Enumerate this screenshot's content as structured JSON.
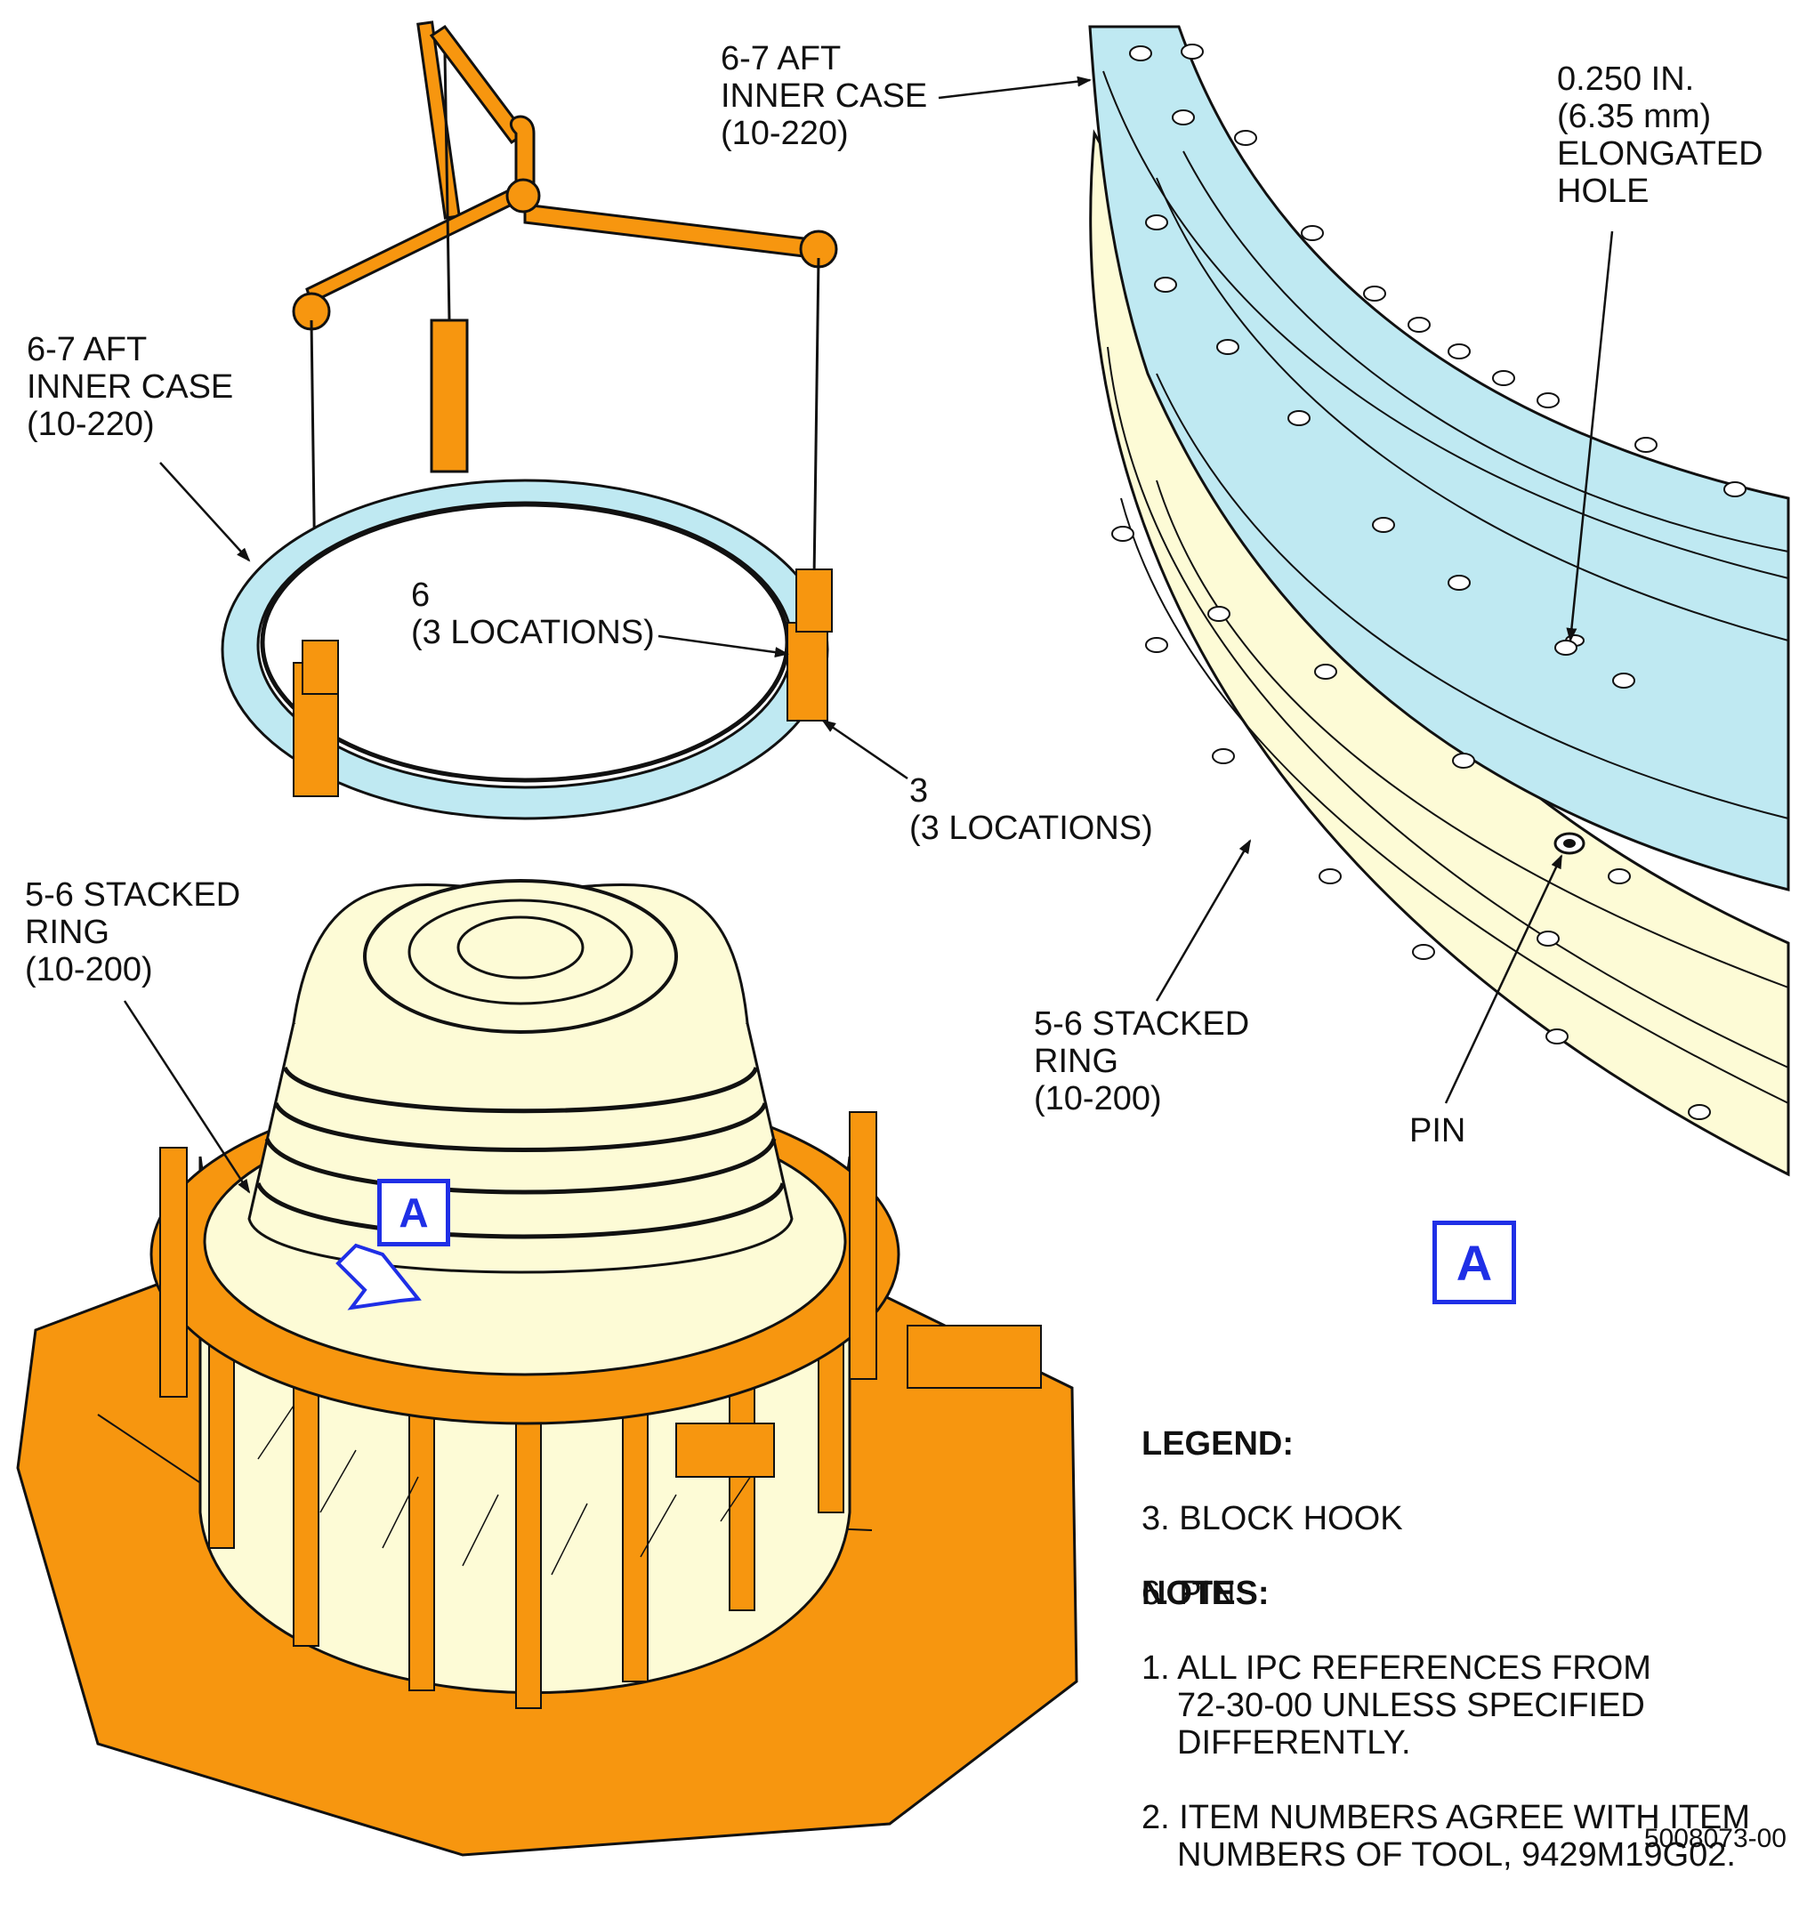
{
  "labels": {
    "aft_case_top": "6-7 AFT\nINNER CASE\n(10-220)",
    "aft_case_left": "6-7 AFT\nINNER CASE\n(10-220)",
    "pin_6": "6\n(3 LOCATIONS)",
    "hook_3": "3\n(3 LOCATIONS)",
    "stacked_ring_left": "5-6 STACKED\nRING\n(10-200)",
    "stacked_ring_right": "5-6 STACKED\nRING\n(10-200)",
    "elongated_hole": "0.250 IN.\n(6.35 mm)\nELONGATED\nHOLE",
    "pin": "PIN"
  },
  "view_callouts": {
    "main": "A",
    "detail": "A"
  },
  "legend": {
    "title": "LEGEND:",
    "items": [
      "3. BLOCK HOOK",
      "6. PIN"
    ]
  },
  "notes": {
    "title": "NOTES:",
    "items": [
      "1. ALL IPC REFERENCES FROM\n72-30-00 UNLESS SPECIFIED\nDIFFERENTLY.",
      "2. ITEM NUMBERS AGREE WITH ITEM\nNUMBERS OF TOOL, 9429M19G02."
    ]
  },
  "figure_number": "5008073-00",
  "colors": {
    "tooling_orange": "#f7960f",
    "case_blue": "#bfe9f2",
    "ring_yellow": "#fdfbd6",
    "callout_blue": "#1f2fe6",
    "line": "#111111"
  }
}
